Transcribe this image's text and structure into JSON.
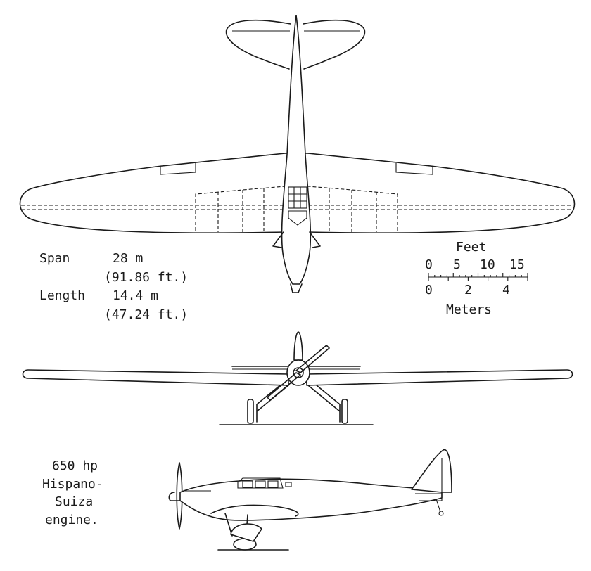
{
  "specs": {
    "span_label": "Span",
    "span_metric": "28 m",
    "span_imperial": "(91.86 ft.)",
    "length_label": "Length",
    "length_metric": "14.4 m",
    "length_imperial": "(47.24 ft.)"
  },
  "scale": {
    "feet_title": "Feet",
    "feet_ticks": [
      "0",
      "5",
      "10",
      "15"
    ],
    "meter_ticks": [
      "0",
      "2",
      "4"
    ],
    "meters_title": "Meters"
  },
  "engine": {
    "line1": "650 hp",
    "line2": "Hispano-",
    "line3": "Suiza",
    "line4": "engine."
  },
  "icons": {
    "top": "aircraft-top-view-icon",
    "front": "aircraft-front-view-icon",
    "side": "aircraft-side-view-icon"
  }
}
